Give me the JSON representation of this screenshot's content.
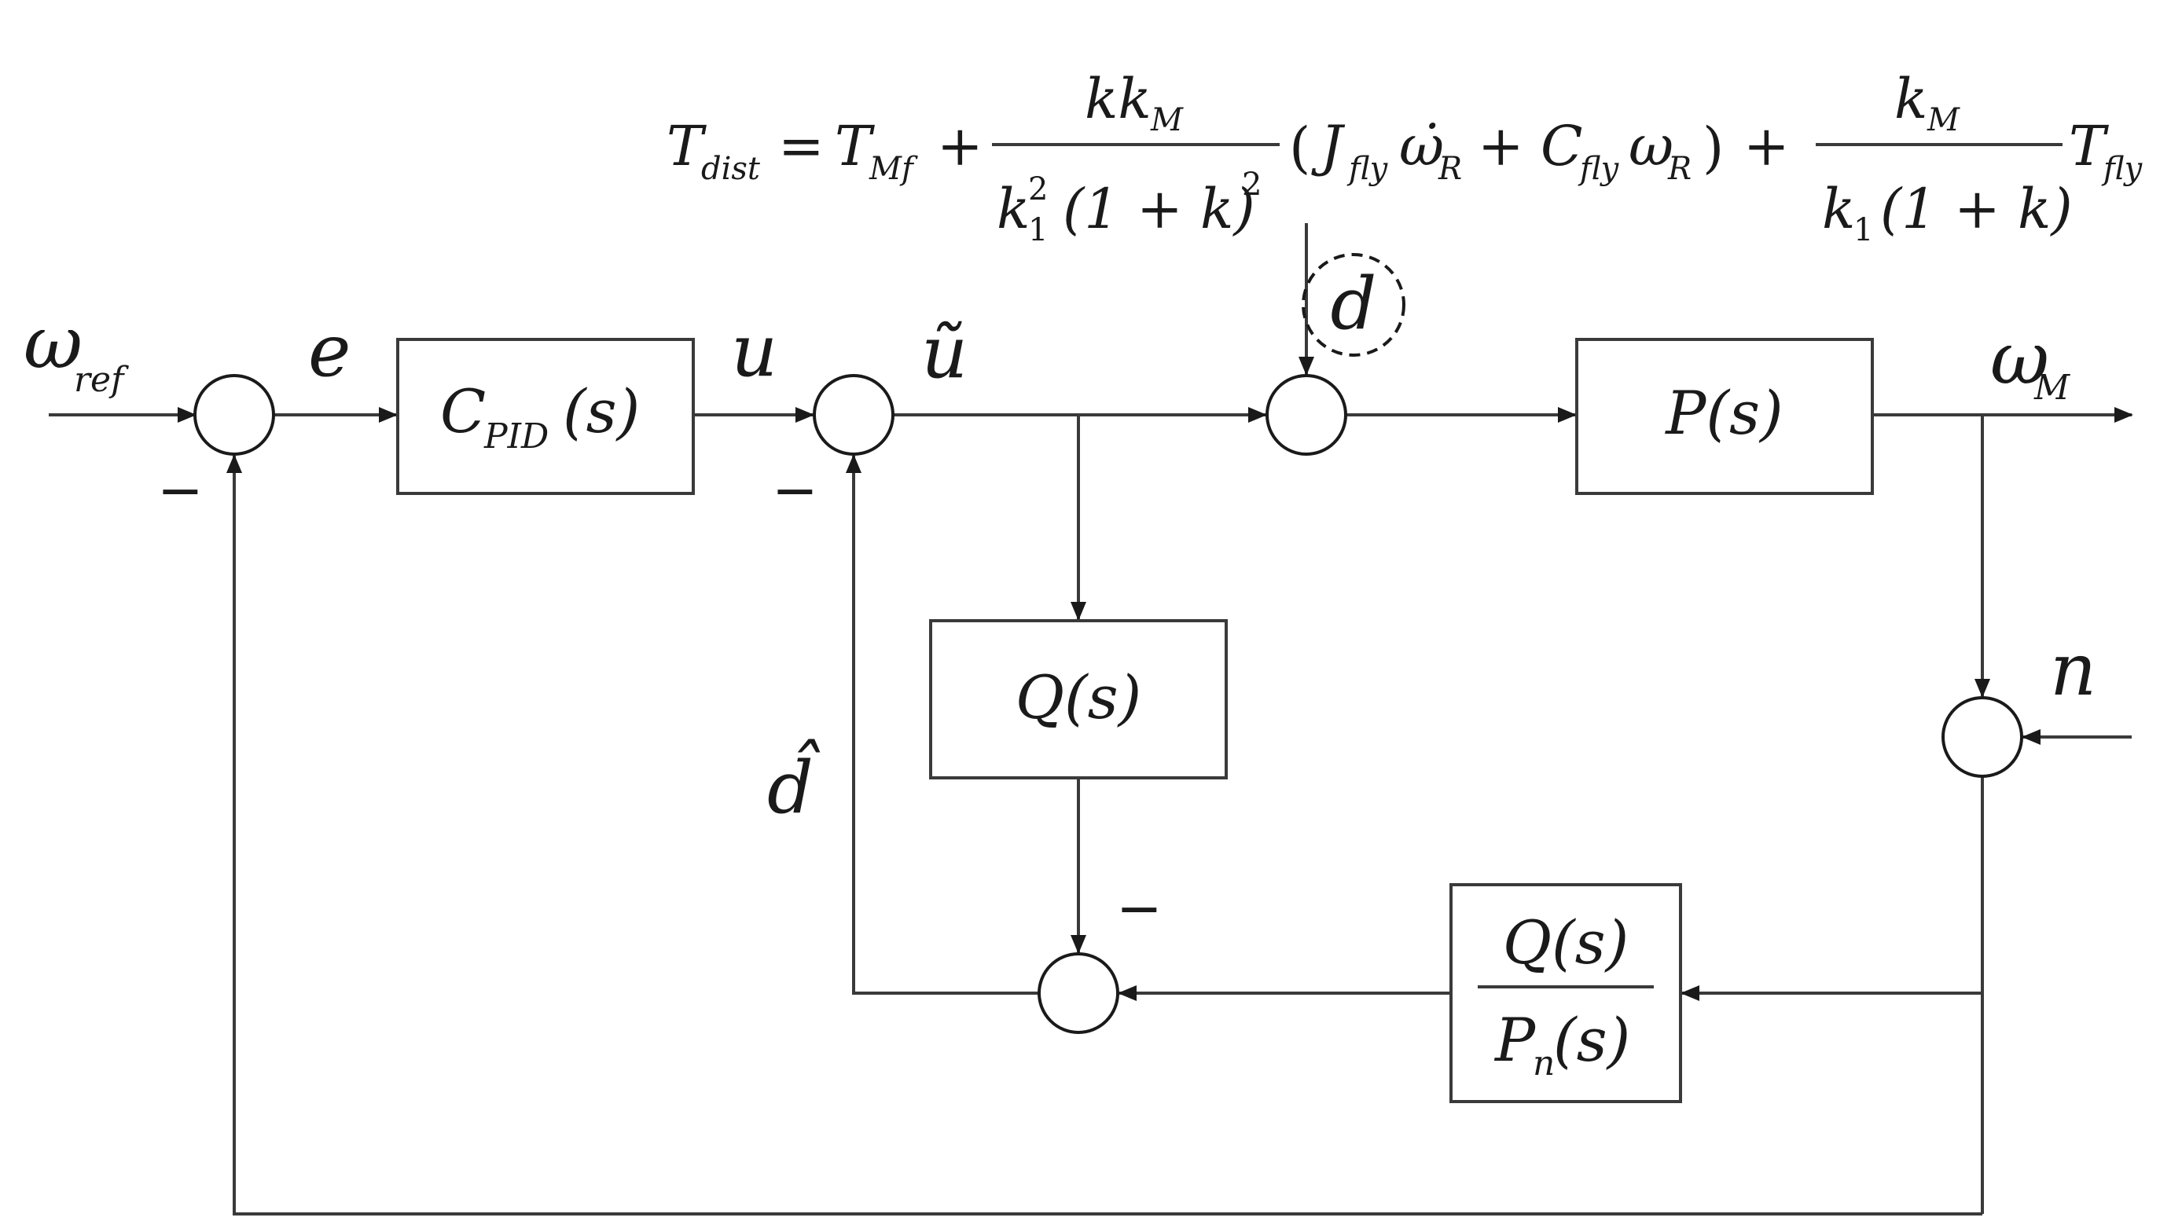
{
  "signals": {
    "omega": "ω",
    "ref_sub": "ref",
    "e": "e",
    "u": "u",
    "u_tilde": "ũ",
    "d": "d",
    "omega_M_sub": "M",
    "n": "n",
    "d_hat": "d̂"
  },
  "blocks": {
    "pid": {
      "base": "C",
      "sub": "PID",
      "arg": "(s)"
    },
    "plant": {
      "label": "P(s)"
    },
    "q": {
      "label": "Q(s)"
    },
    "q_over_pn": {
      "num": "Q(s)",
      "den_base": "P",
      "den_sub": "n",
      "den_arg": "(s)"
    }
  },
  "signs": {
    "minus": "−"
  },
  "equation": {
    "lhs_T": "T",
    "lhs_sub": "dist",
    "equals": "=",
    "T_Mf": "T",
    "T_Mf_sub": "Mf",
    "plus": "+",
    "frac1_num_kk": "kk",
    "frac1_num_sub": "M",
    "frac1_den_k": "k",
    "frac1_den_sub": "1",
    "frac1_den_sup": "2",
    "frac1_den_paren": "(1 + k)",
    "frac1_den_sup2": "2",
    "paren_open": "(",
    "J": "J",
    "J_sub": "fly",
    "omega_dot": "ω̇",
    "omega_sub": "R",
    "C": "C",
    "C_sub": "fly",
    "omega2": "ω",
    "omega2_sub": "R",
    "paren_close": ")",
    "frac2_num_k": "k",
    "frac2_num_sub": "M",
    "frac2_den_k": "k",
    "frac2_den_sub": "1",
    "frac2_den_paren": "(1 + k)",
    "T_fly": "T",
    "T_fly_sub": "fly"
  }
}
